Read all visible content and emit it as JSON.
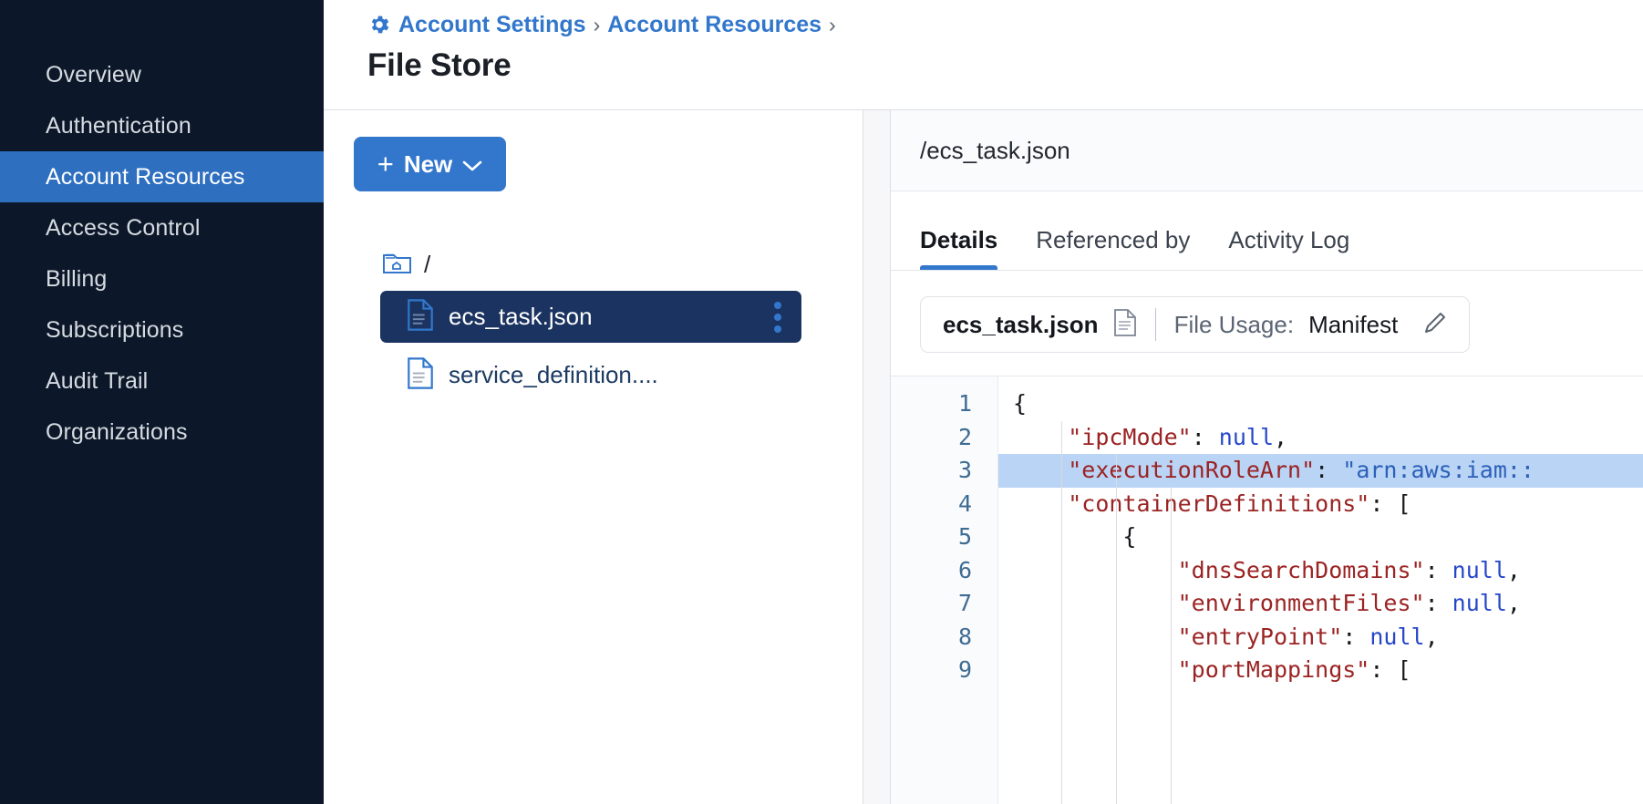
{
  "sidebar": {
    "items": [
      {
        "label": "Overview",
        "active": false
      },
      {
        "label": "Authentication",
        "active": false
      },
      {
        "label": "Account Resources",
        "active": true
      },
      {
        "label": "Access Control",
        "active": false
      },
      {
        "label": "Billing",
        "active": false
      },
      {
        "label": "Subscriptions",
        "active": false
      },
      {
        "label": "Audit Trail",
        "active": false
      },
      {
        "label": "Organizations",
        "active": false
      }
    ],
    "background_color": "#0c182a",
    "active_color": "#2f6fc0"
  },
  "header": {
    "gear_icon": "gear-icon",
    "breadcrumb": [
      {
        "label": "Account Settings"
      },
      {
        "label": "Account Resources"
      }
    ],
    "separator": "›",
    "title": "File Store",
    "link_color": "#3277cc"
  },
  "tree_panel": {
    "new_button": {
      "plus": "+",
      "label": "New",
      "chevron": "chevron-down-icon"
    },
    "root": {
      "icon": "folder-home-icon",
      "label": "/"
    },
    "files": [
      {
        "name": "ecs_task.json",
        "selected": true,
        "kebab": "kebab-menu-icon"
      },
      {
        "name": "service_definition....",
        "selected": false,
        "kebab": null
      }
    ],
    "selected_row_color": "#1b3360"
  },
  "detail": {
    "path": "/ecs_task.json",
    "tabs": [
      {
        "label": "Details",
        "active": true
      },
      {
        "label": "Referenced by",
        "active": false
      },
      {
        "label": "Activity Log",
        "active": false
      }
    ],
    "usage_card": {
      "file_name": "ecs_task.json",
      "file_icon": "document-icon",
      "usage_label": "File Usage:",
      "usage_value": "Manifest",
      "edit_icon": "pencil-icon"
    },
    "code": {
      "language": "json",
      "highlighted_line": 3,
      "lines": [
        {
          "num": "1",
          "indent": 0,
          "tokens": [
            {
              "t": "p",
              "v": "{"
            }
          ]
        },
        {
          "num": "2",
          "indent": 1,
          "tokens": [
            {
              "t": "k",
              "v": "\"ipcMode\""
            },
            {
              "t": "p",
              "v": ": "
            },
            {
              "t": "n",
              "v": "null"
            },
            {
              "t": "p",
              "v": ","
            }
          ]
        },
        {
          "num": "3",
          "indent": 1,
          "tokens": [
            {
              "t": "k",
              "v": "\"executionRoleArn\""
            },
            {
              "t": "p",
              "v": ": "
            },
            {
              "t": "s",
              "v": "\"arn:aws:iam::"
            }
          ]
        },
        {
          "num": "4",
          "indent": 1,
          "tokens": [
            {
              "t": "k",
              "v": "\"containerDefinitions\""
            },
            {
              "t": "p",
              "v": ": ["
            }
          ]
        },
        {
          "num": "5",
          "indent": 2,
          "tokens": [
            {
              "t": "p",
              "v": "{"
            }
          ]
        },
        {
          "num": "6",
          "indent": 3,
          "tokens": [
            {
              "t": "k",
              "v": "\"dnsSearchDomains\""
            },
            {
              "t": "p",
              "v": ": "
            },
            {
              "t": "n",
              "v": "null"
            },
            {
              "t": "p",
              "v": ","
            }
          ]
        },
        {
          "num": "7",
          "indent": 3,
          "tokens": [
            {
              "t": "k",
              "v": "\"environmentFiles\""
            },
            {
              "t": "p",
              "v": ": "
            },
            {
              "t": "n",
              "v": "null"
            },
            {
              "t": "p",
              "v": ","
            }
          ]
        },
        {
          "num": "8",
          "indent": 3,
          "tokens": [
            {
              "t": "k",
              "v": "\"entryPoint\""
            },
            {
              "t": "p",
              "v": ": "
            },
            {
              "t": "n",
              "v": "null"
            },
            {
              "t": "p",
              "v": ","
            }
          ]
        },
        {
          "num": "9",
          "indent": 3,
          "tokens": [
            {
              "t": "k",
              "v": "\"portMappings\""
            },
            {
              "t": "p",
              "v": ": ["
            }
          ]
        }
      ]
    }
  }
}
